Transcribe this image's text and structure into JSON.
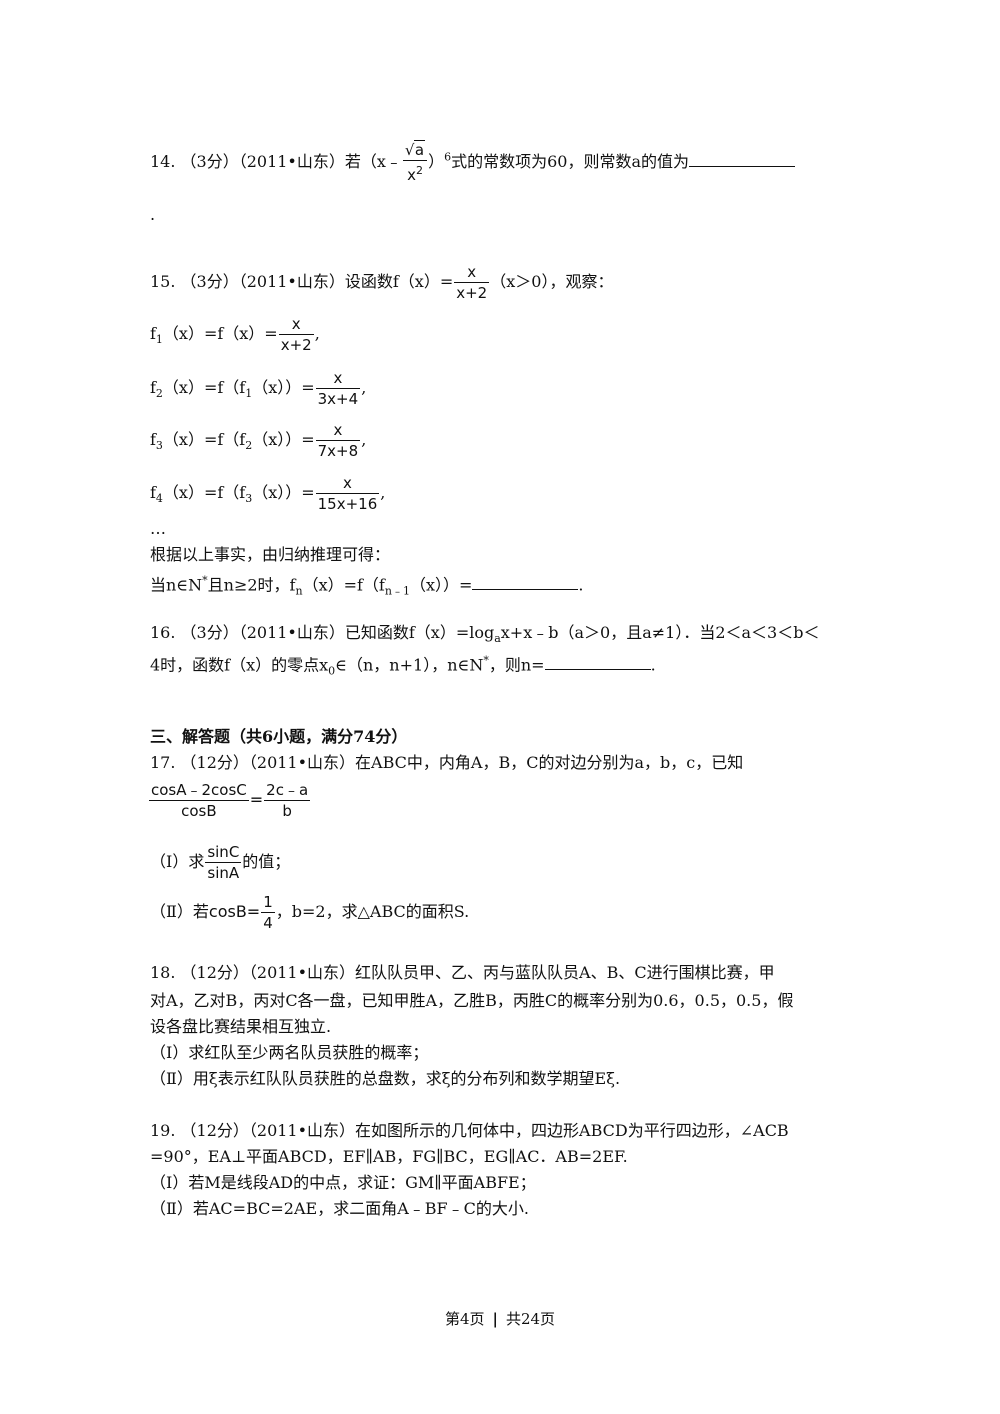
{
  "q14": {
    "prefix": "14. （3分）（2011•山东）若（x﹣",
    "frac_num": "a",
    "frac_den_base": "x",
    "frac_den_exp": "2",
    "close": "）",
    "exp": "6",
    "suffix": "式的常数项为60，则常数a的值为",
    "trailing": "."
  },
  "q15": {
    "intro_prefix": "15. （3分）（2011•山东）设函数f（x）=",
    "intro_num": "x",
    "intro_den": "x+2",
    "intro_suffix": "（x＞0），观察：",
    "rows": [
      {
        "f": "f",
        "sub": "1",
        "mid": "（x）=f（x）=",
        "num": "x",
        "den": "x+2",
        "end": ","
      },
      {
        "f": "f",
        "sub": "2",
        "mid": "（x）=f（f",
        "sub2": "1",
        "mid2": "（x））=",
        "num": "x",
        "den": "3x+4",
        "end": ","
      },
      {
        "f": "f",
        "sub": "3",
        "mid": "（x）=f（f",
        "sub2": "2",
        "mid2": "（x））=",
        "num": "x",
        "den": "7x+8",
        "end": ","
      },
      {
        "f": "f",
        "sub": "4",
        "mid": "（x）=f（f",
        "sub2": "3",
        "mid2": "（x））=",
        "num": "x",
        "den": "15x+16",
        "end": ","
      }
    ],
    "ellipsis": "…",
    "conclusion": "根据以上事实，由归纳推理可得：",
    "final_a": "当n∈N",
    "final_sup": "*",
    "final_b": "且n≥2时，f",
    "final_sub": "n",
    "final_c": "（x）=f（f",
    "final_sub2": "n﹣1",
    "final_d": "（x））=",
    "final_end": "."
  },
  "q16": {
    "line1_a": "16. （3分）（2011•山东）已知函数f（x）=log",
    "line1_sub": "a",
    "line1_b": "x+x﹣b（a＞0，且a≠1）．当2＜a＜3＜b＜",
    "line2_a": "4时，函数f（x）的零点x",
    "line2_sub": "0",
    "line2_b": "∈（n，n+1），n∈N",
    "line2_sup": "*",
    "line2_c": "，则n=",
    "line2_end": "."
  },
  "section3": "三、解答题（共6小题，满分74分）",
  "q17": {
    "line1": "17. （12分）（2011•山东）在ABC中，内角A，B，C的对边分别为a，b，c，已知",
    "cond_num1": "cosA﹣2cosC",
    "cond_den1": "cosB",
    "cond_eq": "=",
    "cond_num2": "2c﹣a",
    "cond_den2": "b",
    "part1_a": "（Ⅰ）求",
    "part1_num": "sinC",
    "part1_den": "sinA",
    "part1_b": "的值；",
    "part2_a": "（Ⅱ）若",
    "part2_cos": "cosB=",
    "part2_num": "1",
    "part2_den": "4",
    "part2_b": "，b=2，求△ABC的面积S."
  },
  "q18": {
    "line1": "18. （12分）（2011•山东）红队队员甲、乙、丙与蓝队队员A、B、C进行围棋比赛，甲",
    "line2": "对A，乙对B，丙对C各一盘，已知甲胜A，乙胜B，丙胜C的概率分别为0.6，0.5，0.5，假",
    "line3": "设各盘比赛结果相互独立.",
    "part1": "（Ⅰ）求红队至少两名队员获胜的概率；",
    "part2": "（Ⅱ）用ξ表示红队队员获胜的总盘数，求ξ的分布列和数学期望Eξ."
  },
  "q19": {
    "line1": "19. （12分）（2011•山东）在如图所示的几何体中，四边形ABCD为平行四边形，∠ACB",
    "line2": "=90°，EA⊥平面ABCD，EF∥AB，FG∥BC，EG∥AC．AB=2EF.",
    "part1": "（Ⅰ）若M是线段AD的中点，求证：GM∥平面ABFE；",
    "part2": "（Ⅱ）若AC=BC=2AE，求二面角A﹣BF﹣C的大小."
  },
  "footer": {
    "page": "第4页",
    "sep": "|",
    "total": "共24页"
  }
}
